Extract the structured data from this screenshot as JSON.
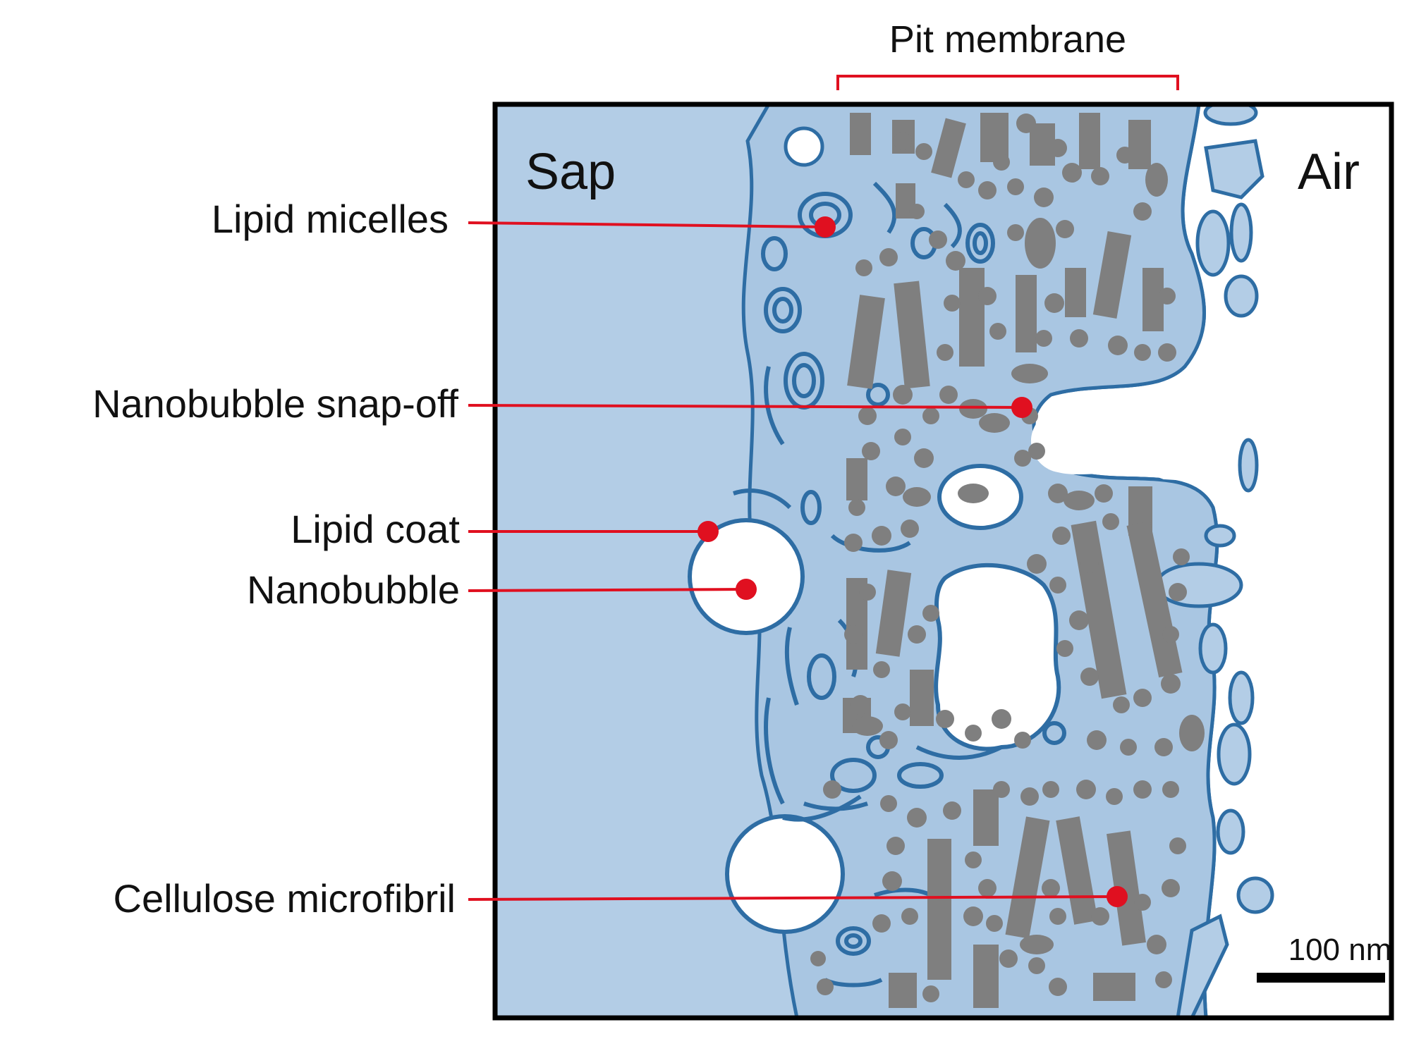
{
  "labels": {
    "pit_membrane": "Pit membrane",
    "sap": "Sap",
    "air": "Air",
    "scale_bar": "100 nm"
  },
  "callouts": [
    {
      "id": "lipid-micelles",
      "text": "Lipid micelles"
    },
    {
      "id": "nanobubble-snap-off",
      "text": "Nanobubble snap-off"
    },
    {
      "id": "lipid-coat",
      "text": "Lipid coat"
    },
    {
      "id": "nanobubble",
      "text": "Nanobubble"
    },
    {
      "id": "cellulose-microfibril",
      "text": "Cellulose microfibril"
    }
  ],
  "colors": {
    "sap_fill": "#b3cde6",
    "lipid_line": "#2e6da4",
    "fibril": "#7f7f7f",
    "callout": "#e01020",
    "frame": "#000000"
  }
}
